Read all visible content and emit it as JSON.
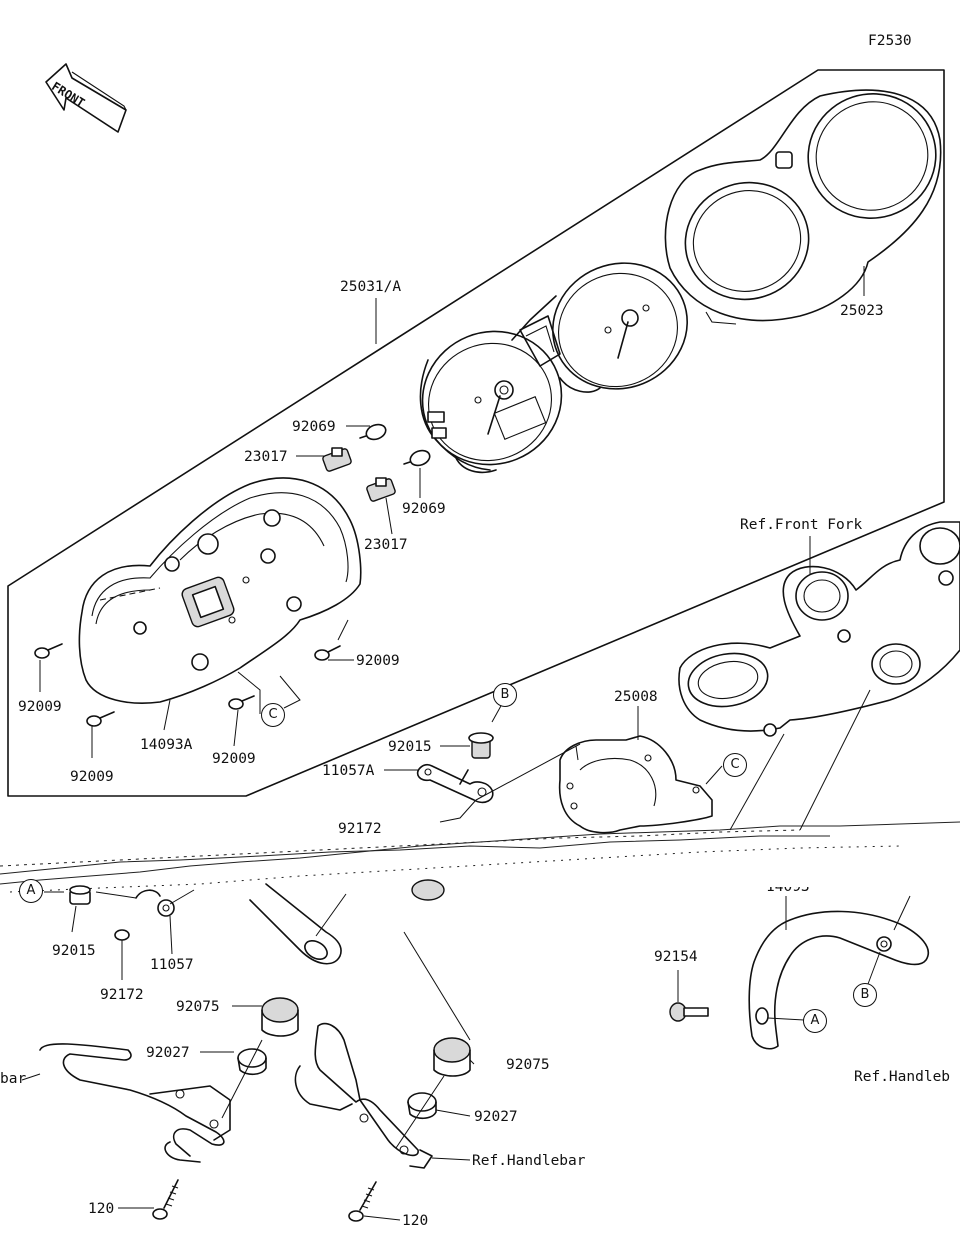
{
  "figure_code": "F2530",
  "front_label": "FRONT",
  "part_labels": {
    "p25031A": "25031/A",
    "p25023": "25023",
    "p92069a": "92069",
    "p92069b": "92069",
    "p23017a": "23017",
    "p23017b": "23017",
    "p92009a": "92009",
    "p92009b": "92009",
    "p92009c": "92009",
    "p92009d": "92009",
    "p14093A": "14093A",
    "p92015a": "92015",
    "p11057A": "11057A",
    "p92172a": "92172",
    "p25008": "25008",
    "p92015b": "92015",
    "p92172b": "92172",
    "p11057": "11057",
    "p92075a": "92075",
    "p92027a": "92027",
    "p92075b": "92075",
    "p92027b": "92027",
    "p120a": "120",
    "p120b": "120",
    "p92154": "92154",
    "p14093": "14093"
  },
  "ref_labels": {
    "front_fork": "Ref.Front Fork",
    "handlebar_left": "bar",
    "handlebar_center": "Ref.Handlebar",
    "handlebar_right": "Ref.Handleb"
  },
  "callouts": {
    "c_top": "C",
    "c_right": "C",
    "b_top": "B",
    "b_right": "B",
    "a_left": "A",
    "a_right": "A"
  }
}
